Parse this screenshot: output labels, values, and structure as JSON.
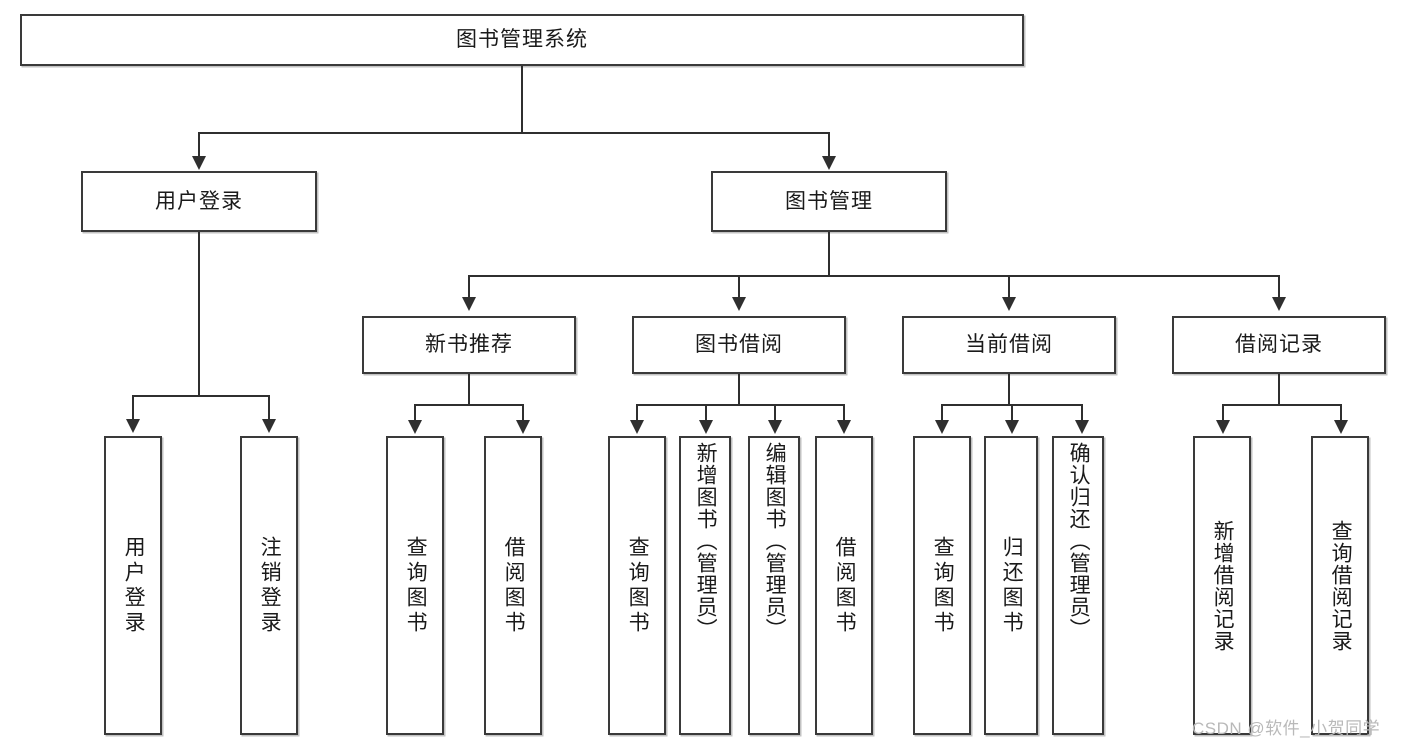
{
  "diagram": {
    "type": "tree-hierarchy-chart",
    "root": {
      "label": "图书管理系统"
    },
    "level2": [
      {
        "label": "用户登录"
      },
      {
        "label": "图书管理"
      }
    ],
    "level3": [
      {
        "label": "新书推荐"
      },
      {
        "label": "图书借阅"
      },
      {
        "label": "当前借阅"
      },
      {
        "label": "借阅记录"
      }
    ],
    "leaves": {
      "user_login": [
        {
          "label": "用户登录"
        },
        {
          "label": "注销登录"
        }
      ],
      "new_book_recommend": [
        {
          "label": "查询图书"
        },
        {
          "label": "借阅图书"
        }
      ],
      "book_borrow": [
        {
          "label": "查询图书"
        },
        {
          "label": "新增图书（管理员）"
        },
        {
          "label": "编辑图书（管理员）"
        },
        {
          "label": "借阅图书"
        }
      ],
      "current_borrow": [
        {
          "label": "查询图书"
        },
        {
          "label": "归还图书"
        },
        {
          "label": "确认归还（管理员）"
        }
      ],
      "borrow_record": [
        {
          "label": "新增借阅记录"
        },
        {
          "label": "查询借阅记录"
        }
      ]
    }
  },
  "watermark": {
    "text": "CSDN @软件_小贺同学"
  },
  "colors": {
    "border": "#3a3a3a",
    "line": "#2f2f2f",
    "background": "#ffffff",
    "text": "#1a1a1a",
    "watermark": "#b9b9b9"
  }
}
